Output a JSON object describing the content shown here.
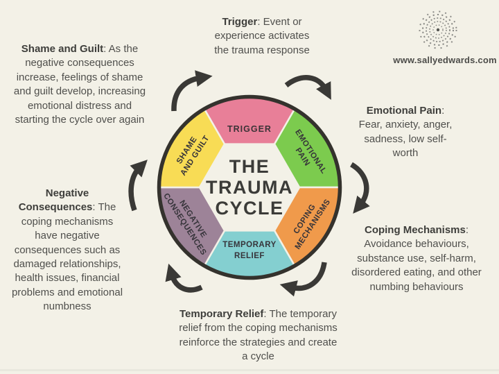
{
  "page": {
    "website": "www.sallyedwards.com",
    "background_color": "#f3f1e7",
    "arrow_color": "#3a3936",
    "outline_color": "#34322d"
  },
  "wheel": {
    "center_lines": [
      "THE",
      "TRAUMA",
      "CYCLE"
    ],
    "segments": [
      {
        "id": "trigger",
        "line1": "TRIGGER",
        "line2": "",
        "color": "#e87f98"
      },
      {
        "id": "emotional-pain",
        "line1": "EMOTIONAL",
        "line2": "PAIN",
        "color": "#7ccb4e"
      },
      {
        "id": "coping-mechanisms",
        "line1": "COPING",
        "line2": "MECHANISMS",
        "color": "#f09a4b"
      },
      {
        "id": "temporary-relief",
        "line1": "TEMPORARY",
        "line2": "RELIEF",
        "color": "#84cfd0"
      },
      {
        "id": "negative-consequences",
        "line1": "NEGATIVE",
        "line2": "CONSEQUENCES",
        "color": "#9d8398"
      },
      {
        "id": "shame-and-guilt",
        "line1": "SHAME",
        "line2": "AND GUILT",
        "color": "#f8dc55"
      }
    ]
  },
  "notes": {
    "trigger": {
      "title": "Trigger",
      "body": ": Event or experience activates the trauma response"
    },
    "shame": {
      "title": "Shame and Guilt",
      "body": ": As the negative consequences increase, feelings of shame and guilt develop, increasing emotional distress and starting the cycle over again"
    },
    "emotional": {
      "title": "Emotional Pain",
      "body": ": Fear, anxiety, anger, sadness, low self-worth"
    },
    "negative": {
      "title": "Negative Consequences",
      "body": ": The coping mechanisms have negative consequences such as damaged relationships, health issues, financial problems and emotional numbness"
    },
    "coping": {
      "title": "Coping Mechanisms",
      "body": ": Avoidance behaviours, substance use, self-harm, disordered eating, and other numbing behaviours"
    },
    "relief": {
      "title": "Temporary Relief",
      "body": ": The temporary relief from the coping mechanisms reinforce the strategies and create a cycle"
    }
  }
}
